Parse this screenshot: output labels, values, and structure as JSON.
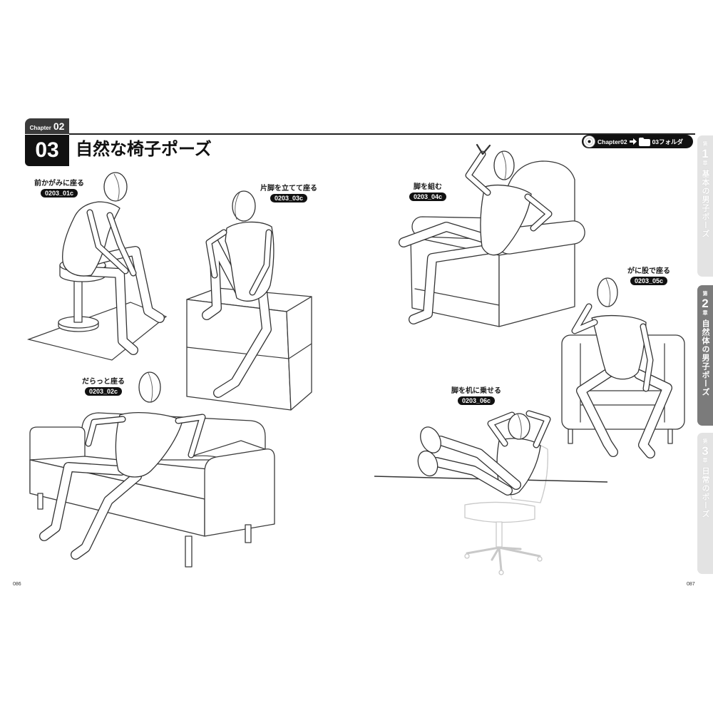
{
  "header": {
    "chapter_word": "Chapter",
    "chapter_num": "02",
    "section_num": "03",
    "title": "自然な椅子ポーズ"
  },
  "folder_path": {
    "chapter": "Chapter02",
    "folder": "03フォルダ"
  },
  "poses": [
    {
      "label": "前かがみに座る",
      "code": "0203_01c"
    },
    {
      "label": "片脚を立てて座る",
      "code": "0203_03c"
    },
    {
      "label": "だらっと座る",
      "code": "0203_02c"
    },
    {
      "label": "脚を組む",
      "code": "0203_04c"
    },
    {
      "label": "がに股で座る",
      "code": "0203_05c"
    },
    {
      "label": "脚を机に乗せる",
      "code": "0203_06c"
    }
  ],
  "side_tabs": [
    {
      "prefix": "第",
      "num": "1",
      "suffix": "章",
      "title": "基本の男子ポーズ",
      "active": false
    },
    {
      "prefix": "第",
      "num": "2",
      "suffix": "章",
      "title": "自然体の男子ポーズ",
      "active": true
    },
    {
      "prefix": "第",
      "num": "3",
      "suffix": "章",
      "title": "日常のポーズ",
      "active": false
    }
  ],
  "page_numbers": {
    "left": "086",
    "right": "087"
  },
  "icons": {
    "disc": "disc-icon",
    "arrow": "arrow-right-icon",
    "folder": "folder-icon"
  },
  "colors": {
    "badge": "#111111",
    "chapter_tab": "#3a3a3a",
    "active_side_tab": "#7b7b7b",
    "inactive_side_tab": "#e3e3e3"
  }
}
